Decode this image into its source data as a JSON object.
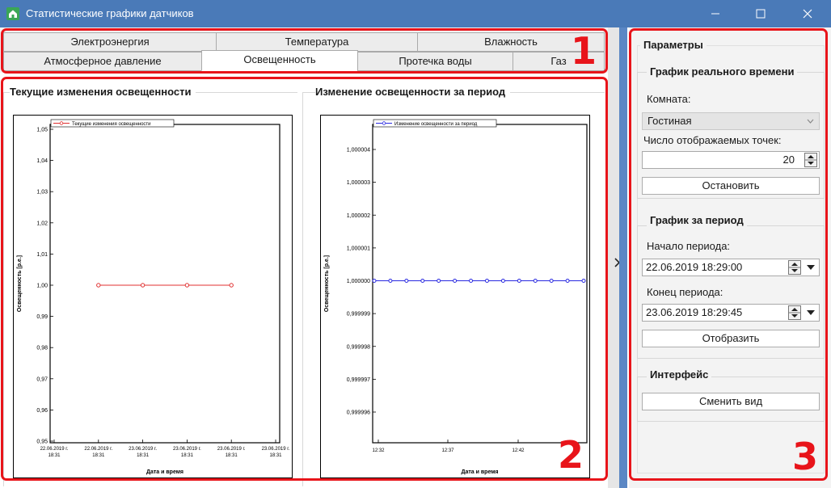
{
  "window": {
    "title": "Статистические графики датчиков",
    "controls": [
      "minimize-icon",
      "maximize-icon",
      "close-icon"
    ]
  },
  "tabs": {
    "row1": [
      "Электроэнергия",
      "Температура",
      "Влажность"
    ],
    "row2": [
      "Атмосферное давление",
      "Освещенность",
      "Протечка воды",
      "Газ"
    ],
    "active": "Освещенность"
  },
  "left_chart": {
    "group_title": "Текущие изменения освещенности",
    "legend": "Текущие изменения освещенности",
    "ylabel": "Освещенность [р.е.]",
    "xlabel": "Дата и время",
    "yticks": [
      "1,05",
      "1,04",
      "1,03",
      "1,02",
      "1,01",
      "1,00",
      "0,99",
      "0,98",
      "0,97",
      "0,96",
      "0,95"
    ],
    "xticks": [
      [
        "22.06.2019 г.",
        "18:31"
      ],
      [
        "22.06.2019 г.",
        "18:31"
      ],
      [
        "23.06.2019 г.",
        "18:31"
      ],
      [
        "23.06.2019 г.",
        "18:31"
      ],
      [
        "23.06.2019 г.",
        "18:31"
      ],
      [
        "23.06.2019 г.",
        "18:31"
      ]
    ]
  },
  "right_chart": {
    "group_title": "Изменение освещенности за период",
    "legend": "Изменение освещенности за период",
    "ylabel": "Освещенность [р.е.]",
    "xlabel": "Дата и время",
    "yticks": [
      "1,000004",
      "1,000003",
      "1,000002",
      "1,000001",
      "1,000000",
      "0,999999",
      "0,999998",
      "0,999997",
      "0,999996"
    ],
    "xticks": [
      "12:32",
      "12:37",
      "12:42"
    ]
  },
  "chart_data": [
    {
      "type": "line",
      "title": "Текущие изменения освещенности",
      "xlabel": "Дата и время",
      "ylabel": "Освещенность [р.е.]",
      "ylim": [
        0.95,
        1.05
      ],
      "color": "#e03030",
      "series": [
        {
          "name": "Текущие изменения освещенности",
          "points_x_index": [
            1,
            2,
            3,
            4
          ],
          "values": [
            1.0,
            1.0,
            1.0,
            1.0
          ]
        }
      ]
    },
    {
      "type": "line",
      "title": "Изменение освещенности за период",
      "xlabel": "Дата и время",
      "ylabel": "Освещенность [р.е.]",
      "ylim": [
        0.999995,
        1.000005
      ],
      "color": "#2a2ae0",
      "series": [
        {
          "name": "Изменение освещенности за период",
          "values": [
            1.0,
            1.0,
            1.0,
            1.0,
            1.0,
            1.0,
            1.0,
            1.0,
            1.0,
            1.0,
            1.0,
            1.0,
            1.0,
            1.0
          ]
        }
      ]
    }
  ],
  "params": {
    "title": "Параметры",
    "realtime": {
      "title": "График реального времени",
      "room_label": "Комната:",
      "room_value": "Гостиная",
      "points_label": "Число отображаемых точек:",
      "points_value": "20",
      "stop_button": "Остановить"
    },
    "period": {
      "title": "График за период",
      "start_label": "Начало периода:",
      "start_value": "22.06.2019 18:29:00",
      "end_label": "Конец периода:",
      "end_value": "23.06.2019 18:29:45",
      "show_button": "Отобразить"
    },
    "interface": {
      "title": "Интерфейс",
      "switch_button": "Сменить вид"
    }
  },
  "annotations": [
    "1",
    "2",
    "3"
  ],
  "colors": {
    "titlebar": "#4a7ab8",
    "annotation": "#e8141a"
  }
}
